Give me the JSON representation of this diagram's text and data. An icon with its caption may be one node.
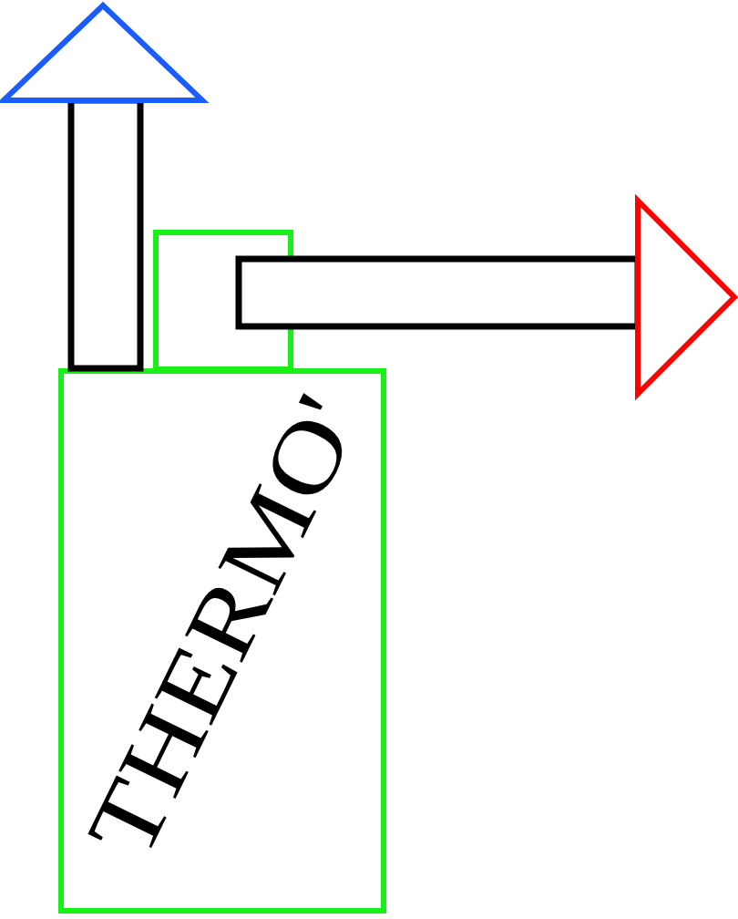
{
  "diagram": {
    "nodes": [
      {
        "text": [
          "THERMO'"
        ]
      },
      {
        "text": [],
        "shape": "box"
      }
    ],
    "edges": [
      {
        "from": 0,
        "to": null,
        "arrow": "to"
      },
      {
        "from": 1,
        "to": null,
        "arrow": "to"
      }
    ]
  }
}
